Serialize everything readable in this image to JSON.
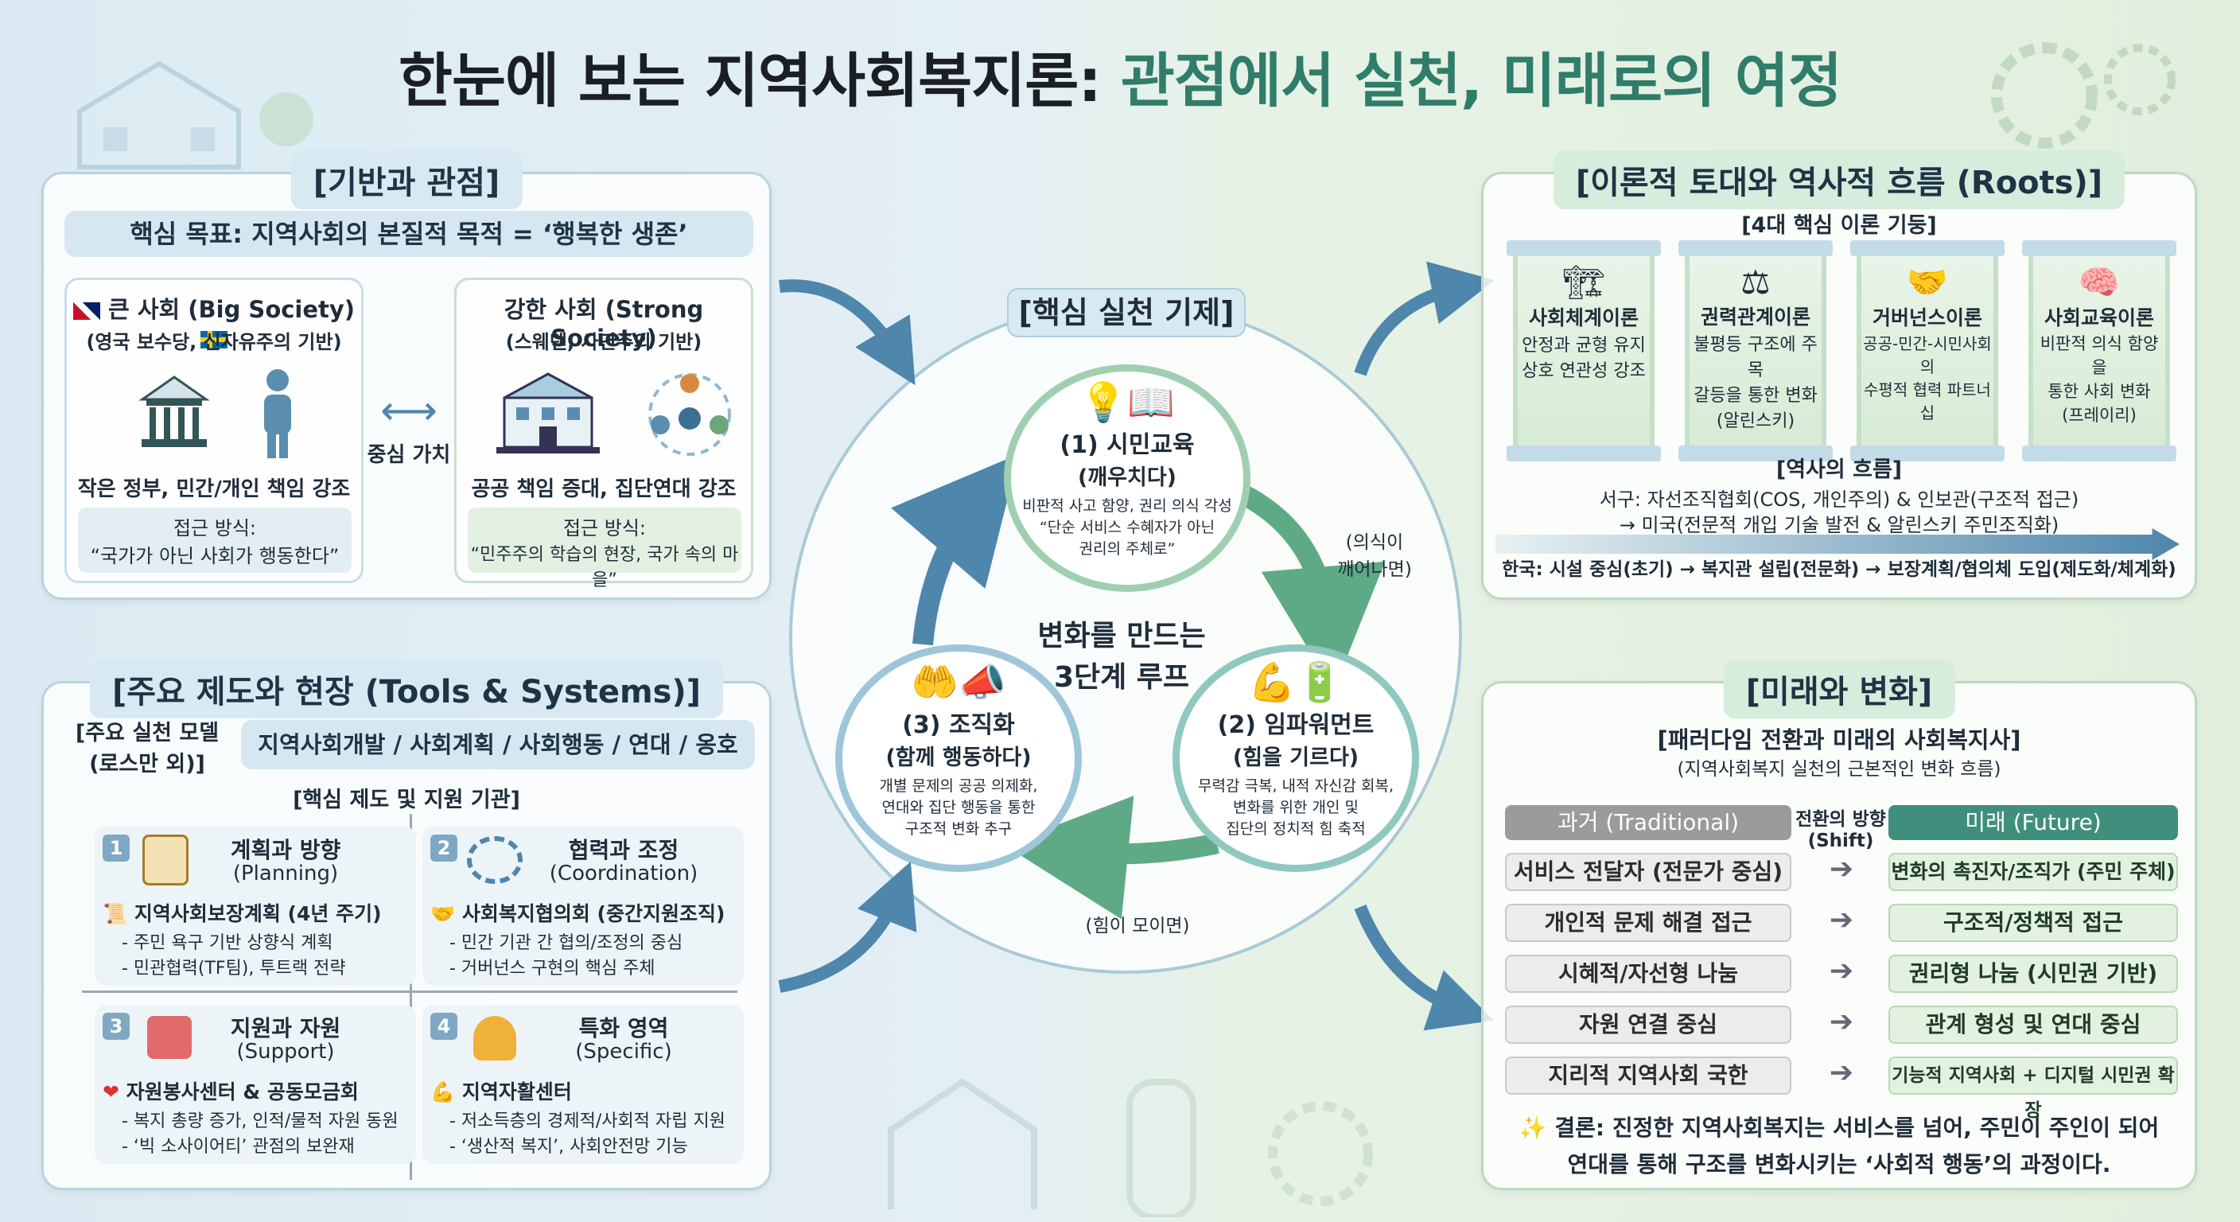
{
  "title": {
    "part1": "한눈에 보는 지역사회복지론:",
    "part2": "관점에서 실천, 미래로의 여정"
  },
  "foundation": {
    "title": "[기반과 관점]",
    "core_goal": "핵심 목표: 지역사회의 본질적 목적 = ‘행복한 생존’",
    "big_society": {
      "title": "큰 사회 (Big Society)",
      "subtitle": "(영국 보수당, 신자유주의 기반)",
      "desc": "작은 정부, 민간/개인 책임 강조",
      "approach_label": "접근 방식:",
      "approach": "“국가가 아닌 사회가 행동한다”"
    },
    "middle": "중심 가치",
    "strong_society": {
      "title": "강한 사회 (Strong Society)",
      "subtitle": "(스웨덴, 사민주의 기반)",
      "desc": "공공 책임 증대, 집단연대 강조",
      "approach_label": "접근 방식:",
      "approach": "“민주주의 학습의 현장, 국가 속의 마을”"
    }
  },
  "practice": {
    "title": "[핵심 실천 기제]",
    "center": "변화를 만드는\n3단계 루프",
    "node1": {
      "title": "(1) 시민교육",
      "sub": "(깨우치다)",
      "desc1": "비판적 사고 함양, 권리 의식 각성",
      "desc2": "“단순 서비스 수혜자가 아닌",
      "desc3": "권리의 주체로”"
    },
    "node2": {
      "title": "(2) 임파워먼트",
      "sub": "(힘을 기르다)",
      "desc1": "무력감 극복, 내적 자신감 회복,",
      "desc2": "변화를 위한 개인 및",
      "desc3": "집단의 정치적 힘 축적"
    },
    "node3": {
      "title": "(3) 조직화",
      "sub": "(함께 행동하다)",
      "desc1": "개별 문제의 공공 의제화,",
      "desc2": "연대와 집단 행동을 통한",
      "desc3": "구조적 변화 추구"
    },
    "arrow_label1": "(의식이\n깨어나면)",
    "arrow_label2": "(힘이 모이면)"
  },
  "roots": {
    "title": "[이론적 토대와 역사적 흐름 (Roots)]",
    "pillars_title": "[4대 핵심 이론 기둥]",
    "pillars": [
      {
        "name": "사회체계이론",
        "l1": "안정과 균형 유지",
        "l2": "상호 연관성 강조",
        "l3": ""
      },
      {
        "name": "권력관계이론",
        "l1": "불평등 구조에 주목",
        "l2": "갈등을 통한 변화",
        "l3": "(알린스키)"
      },
      {
        "name": "거버넌스이론",
        "l1": "공공-민간-시민사회의",
        "l2": "수평적 협력 파트너십",
        "l3": ""
      },
      {
        "name": "사회교육이론",
        "l1": "비판적 의식 함양을",
        "l2": "통한 사회 변화",
        "l3": "(프레이리)"
      }
    ],
    "history_title": "[역사의 흐름]",
    "west1": "서구: 자선조직협회(COS, 개인주의) & 인보관(구조적 접근)",
    "west2": "→ 미국(전문적 개입 기술 발전 & 알린스키 주민조직화)",
    "korea": "한국: 시설 중심(초기) → 복지관 설립(전문화) → 보장계획/협의체 도입(제도화/체계화)"
  },
  "tools": {
    "title": "[주요 제도와 현장 (Tools & Systems)]",
    "model_label": "[주요 실천 모델\n(로스만 외)]",
    "models": "지역사회개발 / 사회계획 / 사회행동 / 연대 / 옹호",
    "institutions": "[핵심 제도 및 지원 기관]",
    "quads": [
      {
        "num": "1",
        "title": "계획과 방향",
        "en": "(Planning)",
        "item": "지역사회보장계획 (4년 주기)",
        "b1": "- 주민 욕구 기반 상향식 계획",
        "b2": "- 민관협력(TF팀), 투트랙 전략"
      },
      {
        "num": "2",
        "title": "협력과 조정",
        "en": "(Coordination)",
        "item": "사회복지협의회 (중간지원조직)",
        "b1": "- 민간 기관 간 협의/조정의 중심",
        "b2": "- 거버넌스 구현의 핵심 주체"
      },
      {
        "num": "3",
        "title": "지원과 자원",
        "en": "(Support)",
        "item": "자원봉사센터 & 공동모금회",
        "b1": "- 복지 총량 증가, 인적/물적 자원 동원",
        "b2": "- ‘빅 소사이어티’ 관점의 보완재"
      },
      {
        "num": "4",
        "title": "특화 영역",
        "en": "(Specific)",
        "item": "지역자활센터",
        "b1": "- 저소득층의 경제적/사회적 자립 지원",
        "b2": "- ‘생산적 복지’, 사회안전망 기능"
      }
    ]
  },
  "future": {
    "title": "[미래와 변화]",
    "paradigm": "[패러다임 전환과 미래의 사회복지사]",
    "paradigm_sub": "(지역사회복지 실천의 근본적인 변화 흐름)",
    "past_label": "과거 (Traditional)",
    "shift_label": "전환의 방향\n(Shift)",
    "future_label": "미래 (Future)",
    "rows": [
      {
        "past": "서비스 전달자 (전문가 중심)",
        "future": "변화의 촉진자/조직가 (주민 주체)"
      },
      {
        "past": "개인적 문제 해결 접근",
        "future": "구조적/정책적 접근"
      },
      {
        "past": "시혜적/자선형 나눔",
        "future": "권리형 나눔 (시민권 기반)"
      },
      {
        "past": "자원 연결 중심",
        "future": "관계 형성 및 연대 중심"
      },
      {
        "past": "지리적 지역사회 국한",
        "future": "기능적 지역사회 + 디지털 시민권 확장"
      }
    ],
    "conclusion1": "결론: 진정한 지역사회복지는 서비스를 넘어, 주민이 주인이 되어",
    "conclusion2": "연대를 통해 구조를 변화시키는 ‘사회적 행동’의 과정이다."
  },
  "colors": {
    "accent_green": "#2f7d6a",
    "arrow_blue": "#4e86ac",
    "arrow_green": "#5faa86"
  }
}
